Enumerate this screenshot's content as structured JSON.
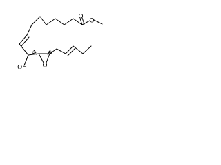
{
  "diagram": {
    "atoms": {
      "ester_o1": "O",
      "ester_o2": "O",
      "hydroxyl": "OH",
      "epoxide_o": "O"
    }
  }
}
